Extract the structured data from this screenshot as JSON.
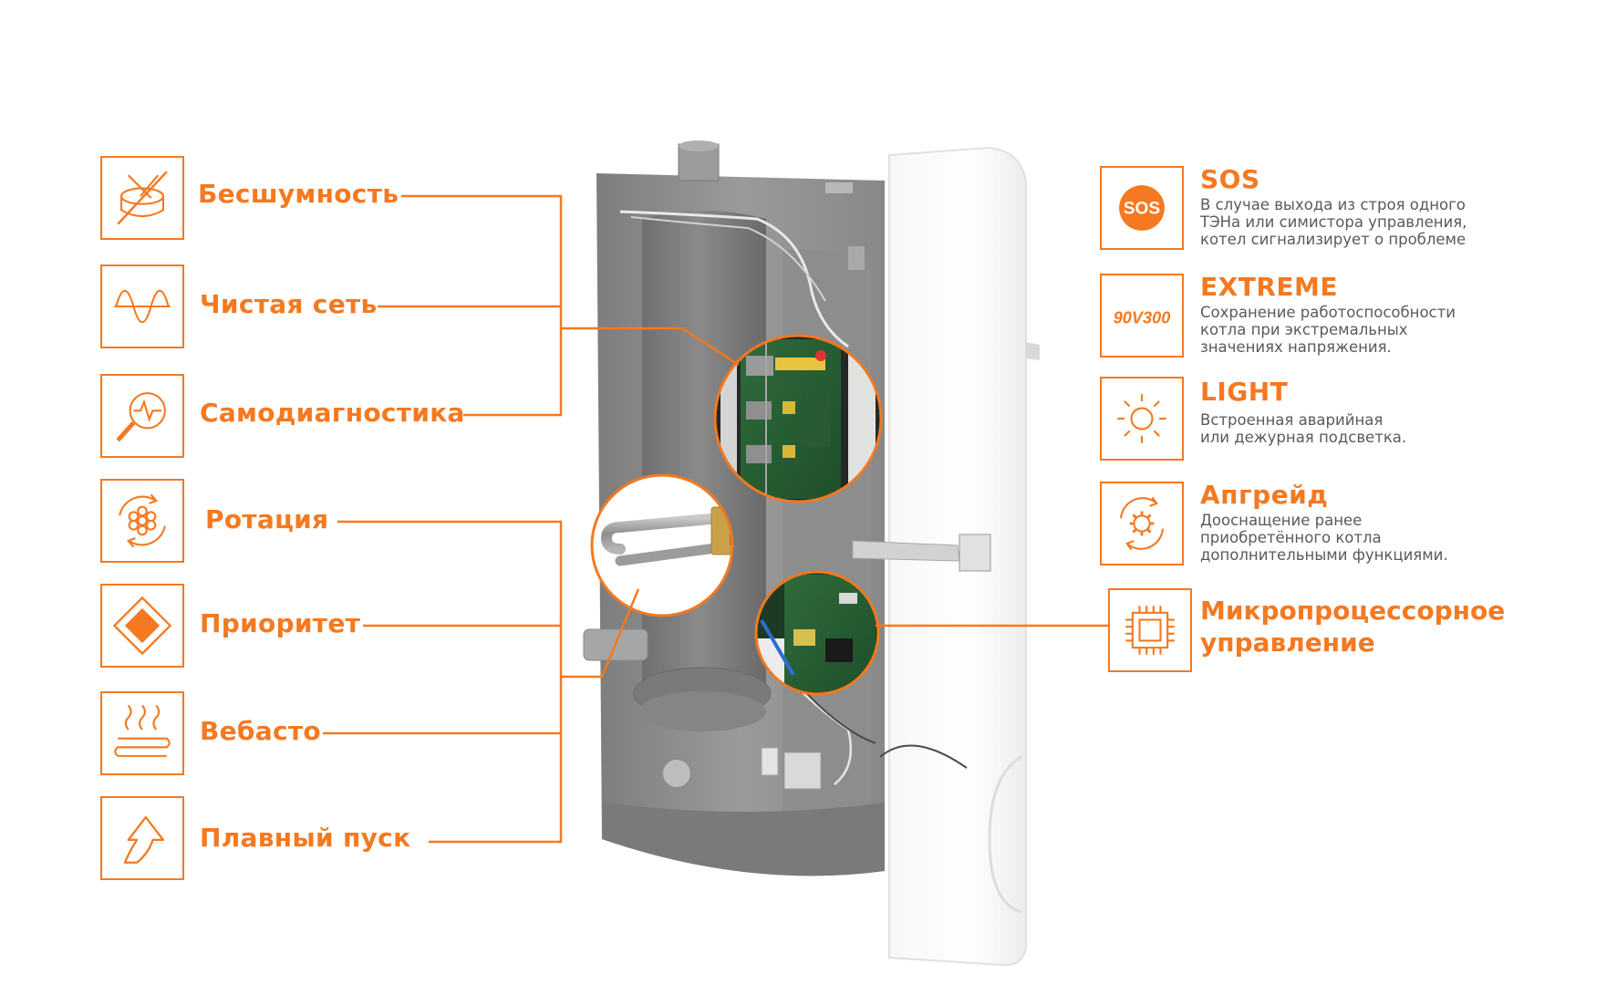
{
  "colors": {
    "accent": "#f47920",
    "text_gray": "#5a5a5a",
    "boiler_body": "#8c8c8c"
  },
  "left_features": [
    {
      "label": "Бесшумность",
      "icon": "silent-drum-icon"
    },
    {
      "label": "Чистая сеть",
      "icon": "sine-wave-icon"
    },
    {
      "label": "Самодиагностика",
      "icon": "magnifier-pulse-icon"
    },
    {
      "label": "Ротация",
      "icon": "rotation-icon"
    },
    {
      "label": "Приоритет",
      "icon": "priority-diamond-icon"
    },
    {
      "label": "Вебасто",
      "icon": "heated-floor-icon"
    },
    {
      "label": "Плавный пуск",
      "icon": "smooth-start-arrow-icon"
    }
  ],
  "right_features": [
    {
      "title": "SOS",
      "icon": "sos-icon",
      "badge": "SOS",
      "lines": [
        "В случае выхода из строя одного",
        "ТЭНа или симистора управления,",
        "котел сигнализирует о проблеме"
      ]
    },
    {
      "title": "EXTREME",
      "icon": "voltage-range-icon",
      "badge": "90V300",
      "lines": [
        "Сохранение работоспособности",
        "котла при экстремальных",
        "значениях напряжения."
      ]
    },
    {
      "title": "LIGHT",
      "icon": "sun-light-icon",
      "lines": [
        "Встроенная аварийная",
        "или дежурная подсветка."
      ]
    },
    {
      "title": "Апгрейд",
      "icon": "upgrade-gear-icon",
      "lines": [
        "Дооснащение ранее",
        "приобретённого котла",
        "дополнительными функциями."
      ]
    },
    {
      "title_lines": [
        "Микропроцессорное",
        "управление"
      ],
      "icon": "microchip-icon"
    }
  ]
}
